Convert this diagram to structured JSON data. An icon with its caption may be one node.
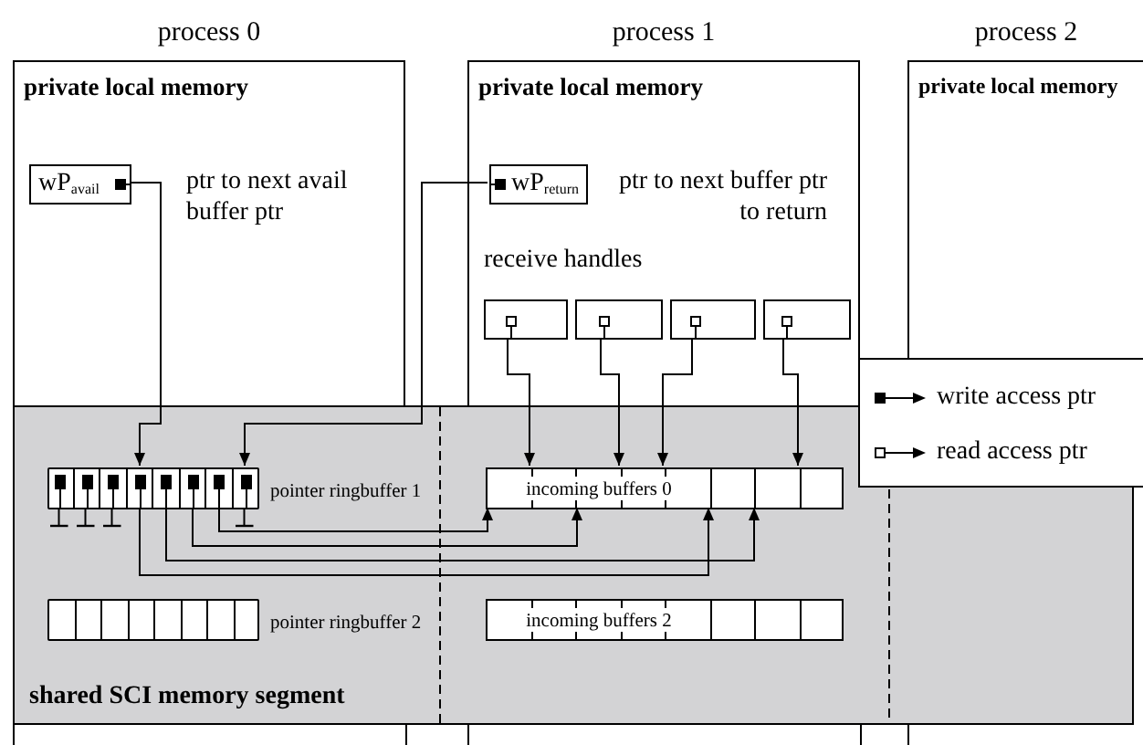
{
  "diagram": {
    "nodes": [
      {
        "text": [
          "process 0",
          "private local memory"
        ]
      },
      {
        "text": [
          "wP$_{avail}$"
        ],
        "in": 0,
        "beside": [
          "ptr to next avail buffer ptr"
        ]
      },
      {
        "text": [
          "process 1",
          "private local memory"
        ]
      },
      {
        "text": [
          "wP$_{return}$"
        ],
        "in": 2,
        "beside": [
          "ptr to next buffer ptr to return"
        ]
      },
      {
        "text": [],
        "shape": "box",
        "in": 2
      },
      {
        "text": [],
        "shape": "box",
        "in": 2
      },
      {
        "text": [],
        "shape": "box",
        "in": 2
      },
      {
        "text": [],
        "shape": "box",
        "in": 2
      },
      {
        "text": [
          "process 2",
          "private local memory"
        ]
      },
      {
        "text": [
          "shared SCI memory segment"
        ]
      },
      {
        "text": [],
        "shape": "bar",
        "in": 9,
        "beside": [
          "pointer ringbuffer 1"
        ]
      },
      {
        "text": [],
        "shape": "box",
        "in": 10
      },
      {
        "text": [],
        "shape": "box",
        "in": 10
      },
      {
        "text": [],
        "shape": "box",
        "in": 10
      },
      {
        "text": [],
        "shape": "box",
        "in": 10
      },
      {
        "text": [],
        "shape": "box",
        "in": 10
      },
      {
        "text": [],
        "shape": "box",
        "in": 10
      },
      {
        "text": [],
        "shape": "box",
        "in": 10
      },
      {
        "text": [],
        "shape": "box",
        "in": 10
      },
      {
        "text": [
          "incoming buffers 0"
        ],
        "in": 9
      },
      {
        "text": [],
        "shape": "bar",
        "in": 9,
        "beside": [
          "pointer ringbuffer 2"
        ]
      },
      {
        "text": [
          "incoming buffers 2"
        ],
        "in": 9
      }
    ],
    "edges": [
      {
        "from": 1,
        "to": 14,
        "arrow": "to"
      },
      {
        "from": 3,
        "to": 18,
        "arrow": "to"
      },
      {
        "from": 4,
        "to": 19,
        "arrow": "to"
      },
      {
        "from": 5,
        "to": 19,
        "arrow": "to"
      },
      {
        "from": 6,
        "to": 19,
        "arrow": "to"
      },
      {
        "from": 7,
        "to": 19,
        "arrow": "to"
      },
      {
        "from": 14,
        "to": 19,
        "arrow": "to"
      },
      {
        "from": 15,
        "to": 19,
        "arrow": "to"
      },
      {
        "from": 16,
        "to": 19,
        "arrow": "to"
      },
      {
        "from": 17,
        "to": 19,
        "arrow": "to"
      },
      {
        "from": 11,
        "to": null,
        "arrow": "other"
      },
      {
        "from": 12,
        "to": null,
        "arrow": "other"
      },
      {
        "from": 13,
        "to": null,
        "arrow": "other"
      },
      {
        "from": 18,
        "to": null,
        "arrow": "other"
      }
    ],
    "labels": [
      "receive handles"
    ],
    "legend": [
      {
        "text": "write access ptr"
      },
      {
        "text": "read access ptr"
      }
    ]
  }
}
